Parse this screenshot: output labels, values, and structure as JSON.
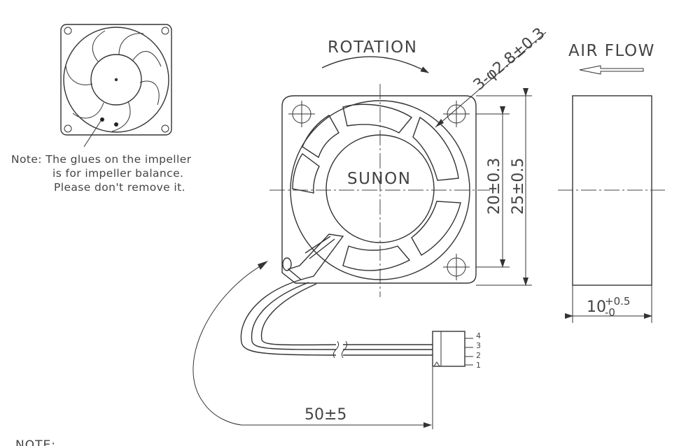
{
  "labels": {
    "rotation": "ROTATION",
    "air_flow": "AIR FLOW",
    "brand": "SUNON",
    "note_line1": "Note: The glues on the impeller",
    "note_line2": "is for impeller balance.",
    "note_line3": "Please don't remove it.",
    "bottom_note": "NOTE:"
  },
  "dimensions": {
    "hole_callout": "3-φ2.8±0.3",
    "inner_span": "20±0.3",
    "outer_span": "25±0.5",
    "depth_base": "10",
    "depth_plus": "+0.5",
    "depth_minus": "-0",
    "cable_length": "50±5"
  },
  "connector_pins": [
    "4",
    "3",
    "2",
    "1"
  ]
}
